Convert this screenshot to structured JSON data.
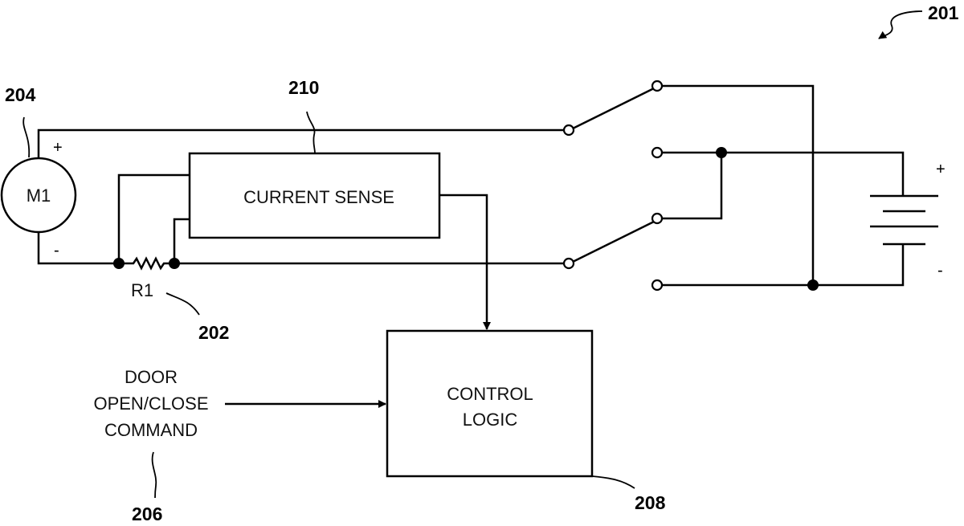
{
  "figure": {
    "reference": "201",
    "motor": {
      "label": "M1",
      "reference": "204",
      "plus": "+",
      "minus": "-"
    },
    "resistor": {
      "label": "R1",
      "reference": "202"
    },
    "current_sense": {
      "label": "CURRENT SENSE",
      "reference": "210"
    },
    "control_logic": {
      "line1": "CONTROL",
      "line2": "LOGIC",
      "reference": "208"
    },
    "command": {
      "line1": "DOOR",
      "line2": "OPEN/CLOSE",
      "line3": "COMMAND",
      "reference": "206"
    },
    "battery": {
      "plus": "+",
      "minus": "-"
    }
  }
}
